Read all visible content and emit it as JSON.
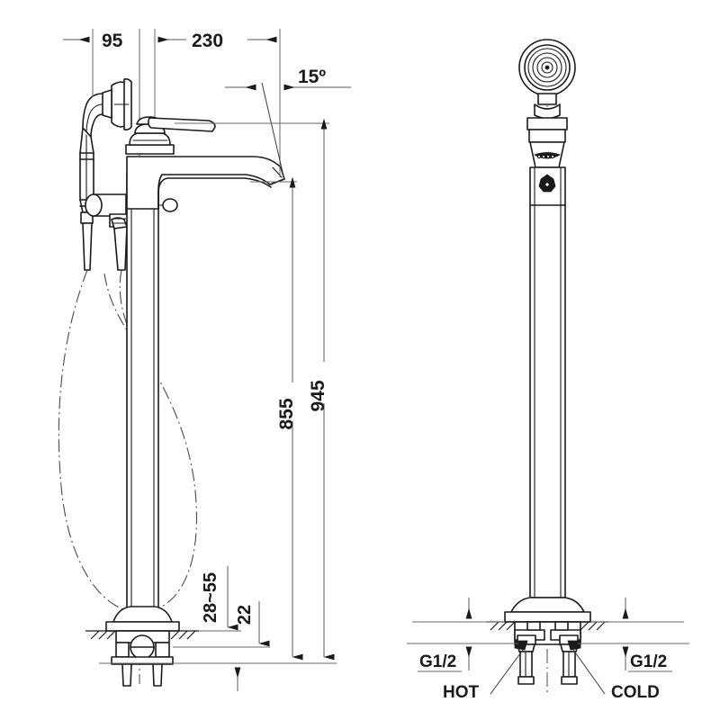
{
  "drawing": {
    "title": "Floor standing bath mixer with hand shower — dimensional drawing",
    "units": "mm",
    "line_color": "#1a1a1a",
    "dimension_color": "#5a5a5a",
    "background": "#ffffff"
  },
  "views": {
    "left": {
      "name": "side-elevation",
      "label": ""
    },
    "right": {
      "name": "front-elevation",
      "label": ""
    }
  },
  "dimensions": {
    "spout_offset": {
      "value": "95",
      "name": "handshower-offset",
      "orientation": "horizontal"
    },
    "spout_reach": {
      "value": "230",
      "name": "spout-reach",
      "orientation": "horizontal"
    },
    "spout_angle": {
      "value": "15º",
      "name": "spout-outlet-angle",
      "orientation": "angular"
    },
    "spout_height": {
      "value": "855",
      "name": "spout-height",
      "orientation": "vertical"
    },
    "total_height": {
      "value": "945",
      "name": "overall-height",
      "orientation": "vertical"
    },
    "floor_thickness": {
      "value": "28~55",
      "name": "floor-thickness-range",
      "orientation": "vertical"
    },
    "base_clearance": {
      "value": "22",
      "name": "base-clearance",
      "orientation": "vertical"
    }
  },
  "connections": {
    "hot": {
      "thread": "G1/2",
      "label": "HOT"
    },
    "cold": {
      "thread": "G1/2",
      "label": "COLD"
    }
  }
}
